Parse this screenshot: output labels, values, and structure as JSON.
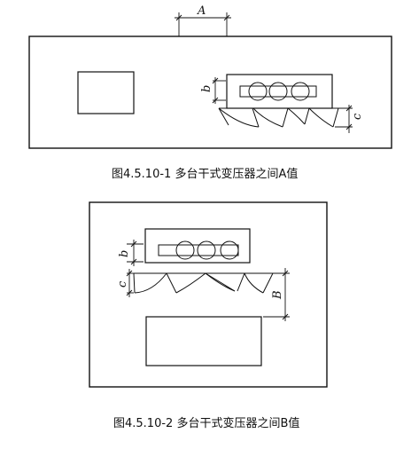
{
  "figure1": {
    "caption": "图4.5.10-1 多台干式变压器之间A值",
    "labels": {
      "A": "A",
      "b": "b",
      "c": "c"
    }
  },
  "figure2": {
    "caption": "图4.5.10-2 多台干式变压器之间B值",
    "labels": {
      "b": "b",
      "c": "c",
      "B": "B"
    }
  }
}
